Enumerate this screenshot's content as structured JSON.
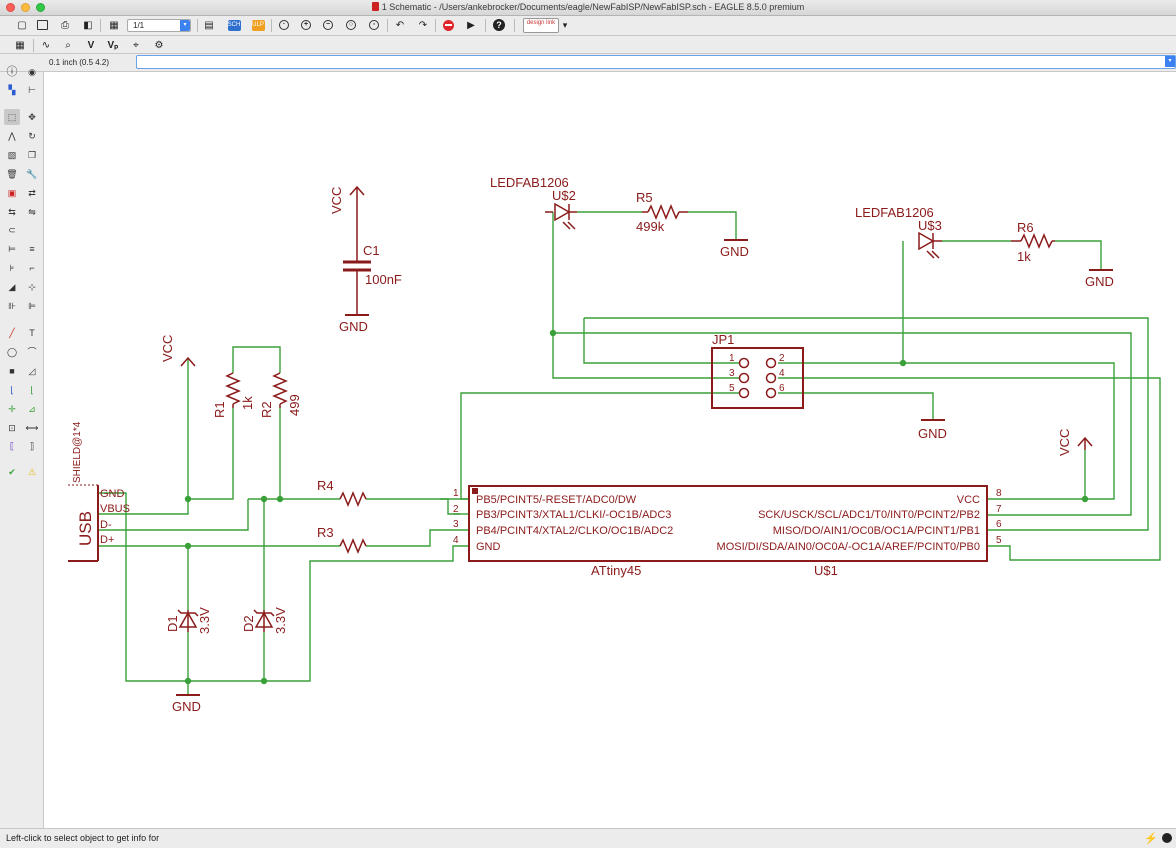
{
  "window": {
    "title": "1 Schematic - /Users/ankebrocker/Documents/eagle/NewFabISP/NewFabISP.sch - EAGLE 8.5.0 premium"
  },
  "toolbar": {
    "sheet_value": "1/1",
    "design_link_label": "design link",
    "sch_label": "SCH",
    "ulp_label": "ULP"
  },
  "command_bar": {
    "grid_readout": "0.1 inch (0.5 4.2)",
    "command_value": ""
  },
  "status": {
    "message": "Left-click to select object to get info for"
  },
  "colors": {
    "wire": "#3aa03a",
    "symbol": "#8b1a1a",
    "junction": "#3aa03a",
    "canvas": "#ffffff"
  },
  "schematic": {
    "labels": {
      "vcc_c1": "VCC",
      "c1_name": "C1",
      "c1_value": "100nF",
      "gnd_c1": "GND",
      "led1_value": "LEDFAB1206",
      "led1_name": "U$2",
      "r5_name": "R5",
      "r5_value": "499k",
      "gnd_r5": "GND",
      "led2_value": "LEDFAB1206",
      "led2_name": "U$3",
      "r6_name": "R6",
      "r6_value": "1k",
      "gnd_r6": "GND",
      "jp1_name": "JP1",
      "jp1_pin1": "1",
      "jp1_pin2": "2",
      "jp1_pin3": "3",
      "jp1_pin4": "4",
      "jp1_pin5": "5",
      "jp1_pin6": "6",
      "gnd_jp1": "GND",
      "vcc_right": "VCC",
      "vcc_left": "VCC",
      "r1_name": "R1",
      "r1_value": "1k",
      "r2_name": "R2",
      "r2_value": "499",
      "usb_shield": "SHIELD@1*4",
      "usb_name": "USB",
      "usb_gnd": "GND",
      "usb_vbus": "VBUS",
      "usb_dminus": "D-",
      "usb_dplus": "D+",
      "r4_name": "R4",
      "r3_name": "R3",
      "d1_name": "D1",
      "d1_value": "3.3V",
      "d2_name": "D2",
      "d2_value": "3.3V",
      "gnd_bottom": "GND",
      "ic_value": "ATtiny45",
      "ic_name": "U$1",
      "ic_pin1_num": "1",
      "ic_pin2_num": "2",
      "ic_pin3_num": "3",
      "ic_pin4_num": "4",
      "ic_pin8_num": "8",
      "ic_pin7_num": "7",
      "ic_pin6_num": "6",
      "ic_pin5_num": "5",
      "ic_pin1": "PB5/PCINT5/-RESET/ADC0/DW",
      "ic_pin2": "PB3/PCINT3/XTAL1/CLKI/-OC1B/ADC3",
      "ic_pin3": "PB4/PCINT4/XTAL2/CLKO/OC1B/ADC2",
      "ic_pin4": "GND",
      "ic_pin8": "VCC",
      "ic_pin7": "SCK/USCK/SCL/ADC1/T0/INT0/PCINT2/PB2",
      "ic_pin6": "MISO/DO/AIN1/OC0B/OC1A/PCINT1/PB1",
      "ic_pin5": "MOSI/DI/SDA/AIN0/OC0A/-OC1A/AREF/PCINT0/PB0"
    }
  }
}
